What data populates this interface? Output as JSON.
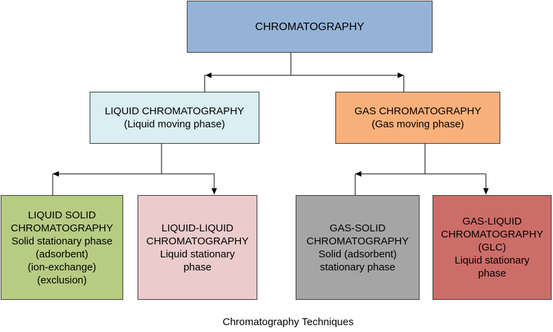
{
  "colors": {
    "root": "#95b3d7",
    "liquid_chromatography": "#daeef3",
    "gas_chromatography": "#fab07b",
    "liquid_solid": "#b7cc83",
    "liquid_liquid": "#ebcbcb",
    "gas_solid": "#a5a5a5",
    "gas_liquid": "#cc6d68",
    "connector": "#000000"
  },
  "nodes": {
    "root": {
      "lines": [
        "CHROMATOGRAPHY"
      ]
    },
    "liquid_chromatography": {
      "lines": [
        "LIQUID CHROMATOGRAPHY",
        "(Liquid moving phase)"
      ]
    },
    "gas_chromatography": {
      "lines": [
        "GAS CHROMATOGRAPHY",
        "(Gas moving phase)"
      ]
    },
    "liquid_solid": {
      "lines": [
        "LIQUID SOLID",
        "CHROMATOGRAPHY",
        "Solid stationary phase",
        "(adsorbent)",
        "(ion-exchange)",
        "(exclusion)"
      ]
    },
    "liquid_liquid": {
      "lines": [
        "LIQUID-LIQUID",
        "CHROMATOGRAPHY",
        "Liquid stationary",
        "phase"
      ]
    },
    "gas_solid": {
      "lines": [
        "GAS-SOLID",
        "CHROMATOGRAPHY",
        "Solid (adsorbent)",
        "stationary phase"
      ]
    },
    "gas_liquid": {
      "lines": [
        "GAS-LIQUID",
        "CHROMATOGRAPHY",
        "(GLC)",
        "Liquid stationary",
        "phase"
      ]
    }
  },
  "caption": "Chromatography Techniques"
}
